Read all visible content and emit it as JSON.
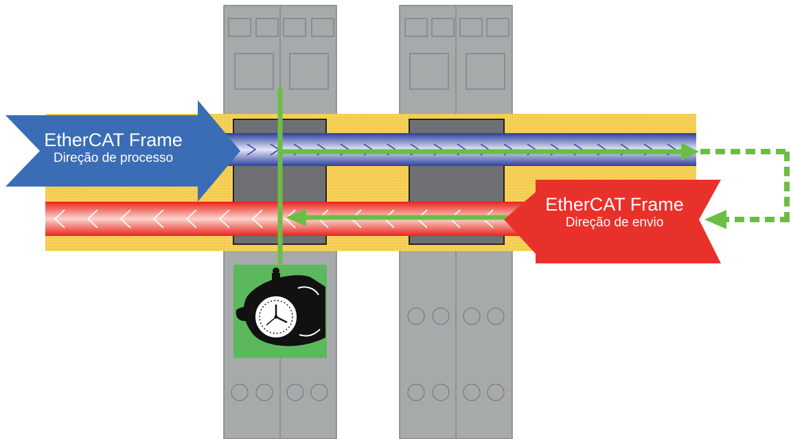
{
  "diagram": {
    "process_arrow": {
      "title": "EtherCAT Frame",
      "subtitle": "Direção de processo",
      "color": "#3a6db5"
    },
    "send_arrow": {
      "title": "EtherCAT Frame",
      "subtitle": "Direção de envio",
      "color": "#e8312a"
    },
    "colors": {
      "module_body": "#a7aaab",
      "module_border": "#7d8082",
      "module_window": "#6e7073",
      "cable_yellow": "#f4cb4f",
      "timing_green": "#6cbd45",
      "stopwatch_bg": "#5cb85c"
    },
    "icons": [
      "stopwatch-hand-icon"
    ]
  }
}
